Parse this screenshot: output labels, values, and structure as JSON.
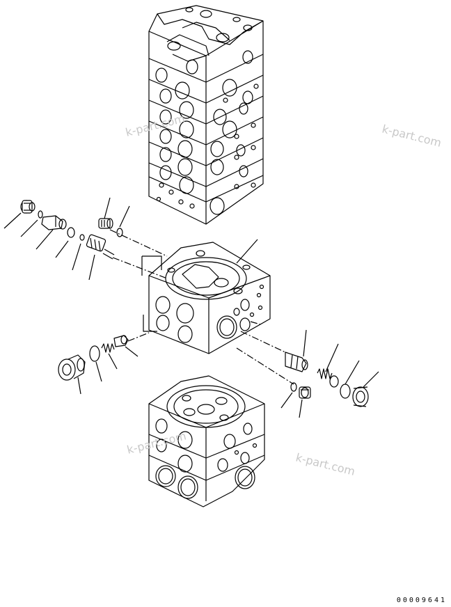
{
  "drawing": {
    "watermarks": [
      "k-part.com",
      "k-part.com",
      "k-part.com",
      "k-part.com"
    ],
    "document_number": "00009641"
  }
}
